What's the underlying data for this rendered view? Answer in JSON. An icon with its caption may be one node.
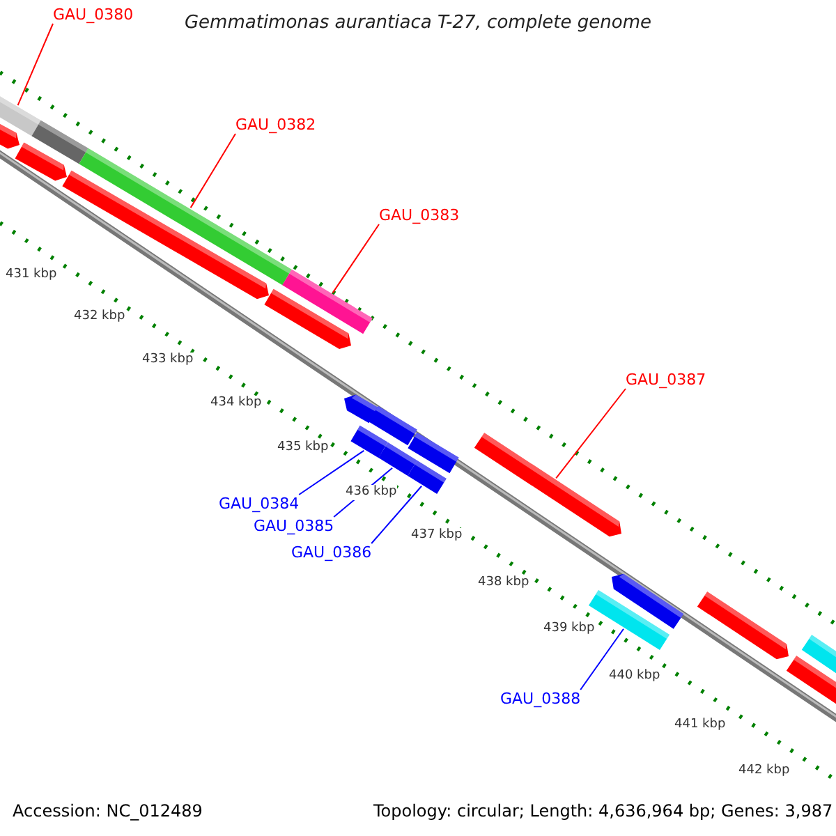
{
  "diagram": {
    "title": "Gemmatimonas aurantiaca T-27, complete genome",
    "nodes": [
      {
        "text": [
          "GAU_0380"
        ]
      },
      {
        "text": [],
        "shape": "bar"
      },
      {
        "text": [],
        "shape": "bar"
      },
      {
        "text": [
          "GAU_0382"
        ]
      },
      {
        "text": [],
        "shape": "bar"
      },
      {
        "text": [],
        "shape": "bar"
      },
      {
        "text": [],
        "shape": "bar"
      },
      {
        "text": [],
        "shape": "bar"
      },
      {
        "text": [
          "GAU_0383"
        ]
      },
      {
        "text": [],
        "shape": "bar"
      },
      {
        "text": [],
        "shape": "bar"
      },
      {
        "text": [],
        "shape": "bar"
      },
      {
        "text": [],
        "shape": "bar"
      },
      {
        "text": [],
        "shape": "bar"
      },
      {
        "text": [],
        "shape": "bar"
      },
      {
        "text": [],
        "shape": "bar"
      },
      {
        "text": [],
        "shape": "bar"
      },
      {
        "text": [
          "GAU_0384"
        ]
      },
      {
        "text": [
          "GAU_0385"
        ]
      },
      {
        "text": [
          "GAU_0386"
        ]
      },
      {
        "text": [
          "GAU_0387"
        ]
      },
      {
        "text": [],
        "shape": "bar"
      },
      {
        "text": [],
        "shape": "bar"
      },
      {
        "text": [],
        "shape": "bar"
      },
      {
        "text": [
          "GAU_0388"
        ]
      },
      {
        "text": [],
        "shape": "bar"
      },
      {
        "text": [],
        "shape": "bar"
      },
      {
        "text": [],
        "shape": "bar"
      }
    ],
    "edges": [
      {
        "from": 0,
        "to": 1,
        "arrow": "none",
        "color": "#ff0000"
      },
      {
        "from": 3,
        "to": 4,
        "arrow": "none",
        "color": "#ff0000"
      },
      {
        "from": 8,
        "to": 9,
        "arrow": "none",
        "color": "#ff0000"
      },
      {
        "from": 17,
        "to": 14,
        "arrow": "none",
        "color": "#0000ff"
      },
      {
        "from": 18,
        "to": 15,
        "arrow": "none",
        "color": "#0000ff"
      },
      {
        "from": 19,
        "to": 16,
        "arrow": "none",
        "color": "#0000ff"
      },
      {
        "from": 20,
        "to": 21,
        "arrow": "none",
        "color": "#ff0000"
      },
      {
        "from": 24,
        "to": 23,
        "arrow": "none",
        "color": "#0000ff"
      }
    ],
    "labels": [
      "431 kbp",
      "432 kbp",
      "433 kbp",
      "434 kbp",
      "435 kbp",
      "436 kbp",
      "437 kbp",
      "438 kbp",
      "439 kbp",
      "440 kbp",
      "441 kbp",
      "442 kbp",
      "Accession: NC_012489",
      "Topology: circular; Length: 4,636,964 bp; Genes: 3,987"
    ]
  }
}
